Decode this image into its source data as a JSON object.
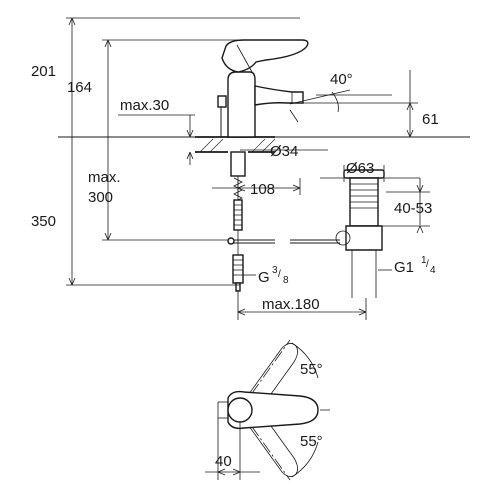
{
  "dimensions": {
    "height_total": "201",
    "spout_height": "164",
    "max_counter": "max.30",
    "lever_angle": "40°",
    "spout_reach_height": "61",
    "hole_diameter": "Ø34",
    "max_label": "max.",
    "max_value": "300",
    "overall_height": "350",
    "pipe_offset": "108",
    "waste_diameter": "Ø63",
    "waste_range": "40-53",
    "waste_thread_base": "G1",
    "waste_thread_frac_num": "1",
    "waste_thread_frac_den": "4",
    "supply_thread_base": "G",
    "supply_thread_frac_num": "3",
    "supply_thread_frac_den": "8",
    "max_horizontal": "max.180",
    "swing_top": "55°",
    "swing_bottom": "55°",
    "plan_offset": "40"
  }
}
